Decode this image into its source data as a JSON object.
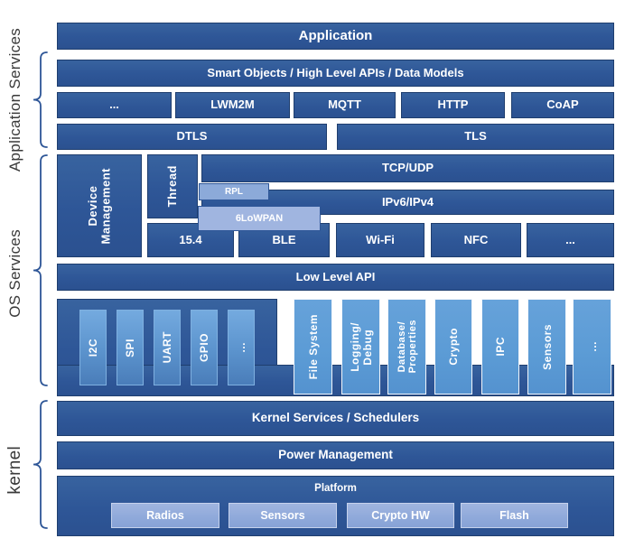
{
  "colors": {
    "dark_blue": "#2e5697",
    "light_blue": "#8faadc",
    "mid_blue": "#5b9bd5",
    "rail_text": "#3a3a3a"
  },
  "rail": {
    "application_services_label": "Application Services",
    "os_services_label": "OS Services",
    "kernel_label": "kernel"
  },
  "application_services": {
    "application": "Application",
    "smart_objects": "Smart Objects / High Level APIs / Data Models",
    "protocols": [
      "...",
      "LWM2M",
      "MQTT",
      "HTTP",
      "CoAP"
    ],
    "security": [
      "DTLS",
      "TLS"
    ]
  },
  "os_services": {
    "device_management": "Device\nManagement",
    "thread": "Thread",
    "tcp_udp": "TCP/UDP",
    "rpl": "RPL",
    "ipv6_ipv4": "IPv6/IPv4",
    "sixlowpan": "6LoWPAN",
    "radios": [
      "15.4",
      "BLE",
      "Wi-Fi",
      "NFC",
      "..."
    ],
    "low_level_api": "Low Level API",
    "peripheral_drivers": [
      "I2C",
      "SPI",
      "UART",
      "GPIO",
      "..."
    ],
    "services": [
      "File System",
      "Logging/\nDebug",
      "Database/\nProperties",
      "Crypto",
      "IPC",
      "Sensors",
      "..."
    ]
  },
  "kernel": {
    "kernel_services": "Kernel Services / Schedulers",
    "power_management": "Power Management",
    "platform": {
      "label": "Platform",
      "components": [
        "Radios",
        "Sensors",
        "Crypto HW",
        "Flash"
      ]
    }
  }
}
